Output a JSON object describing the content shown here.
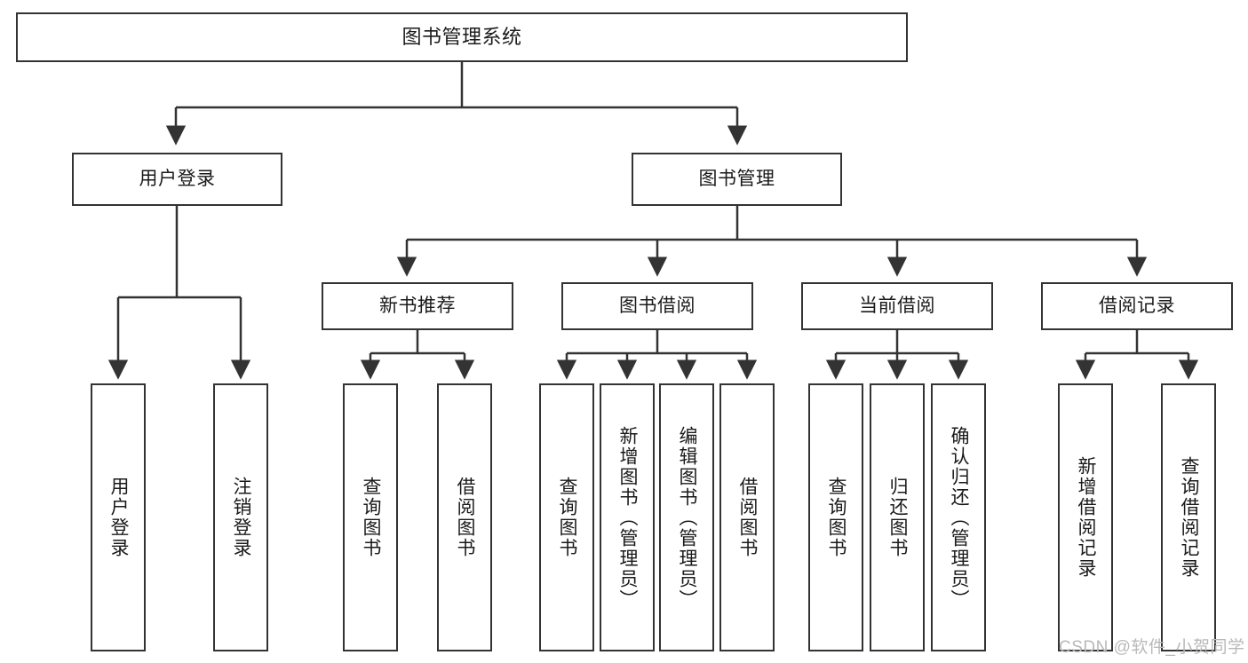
{
  "diagram": {
    "title": "图书管理系统",
    "type": "hierarchy-tree",
    "colors": {
      "stroke": "#333333",
      "fill": "#ffffff",
      "text": "#1a1a1a",
      "watermark": "#b9b9b9"
    },
    "root": {
      "label": "图书管理系统"
    },
    "level2": [
      {
        "label": "用户登录"
      },
      {
        "label": "图书管理"
      }
    ],
    "level3": [
      {
        "label": "新书推荐"
      },
      {
        "label": "图书借阅"
      },
      {
        "label": "当前借阅"
      },
      {
        "label": "借阅记录"
      }
    ],
    "leaves": {
      "user_login": [
        {
          "label": "用户登录"
        },
        {
          "label": "注销登录"
        }
      ],
      "new_book": [
        {
          "label": "查询图书"
        },
        {
          "label": "借阅图书"
        }
      ],
      "borrow_book": [
        {
          "label": "查询图书"
        },
        {
          "label": "新增图书（管理员）"
        },
        {
          "label": "编辑图书（管理员）"
        },
        {
          "label": "借阅图书"
        }
      ],
      "current_borrow": [
        {
          "label": "查询图书"
        },
        {
          "label": "归还图书"
        },
        {
          "label": "确认归还（管理员）"
        }
      ],
      "borrow_record": [
        {
          "label": "新增借阅记录"
        },
        {
          "label": "查询借阅记录"
        }
      ]
    }
  },
  "watermark": {
    "text": "CSDN @软件_小贺同学"
  }
}
